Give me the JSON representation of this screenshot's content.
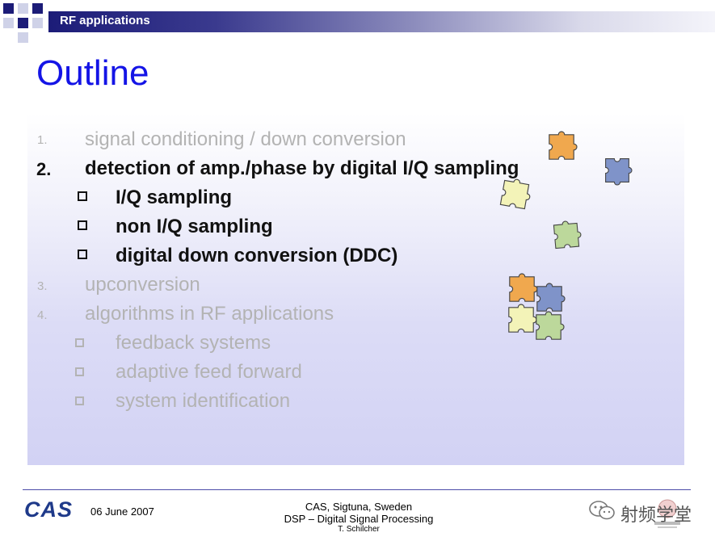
{
  "header": {
    "title": "RF applications"
  },
  "slide": {
    "title": "Outline",
    "items": [
      {
        "num": "1.",
        "text": "signal conditioning / down conversion"
      },
      {
        "num": "2.",
        "text": "detection of amp./phase by digital I/Q sampling"
      },
      {
        "num": "3.",
        "text": "upconversion"
      },
      {
        "num": "4.",
        "text": "algorithms in RF applications"
      }
    ],
    "subitems_2": [
      "I/Q sampling",
      "non I/Q  sampling",
      "digital down conversion (DDC)"
    ],
    "subitems_4": [
      "feedback systems",
      "adaptive feed forward",
      "system identification"
    ]
  },
  "footer": {
    "logo": "CAS",
    "date": "06 June 2007",
    "line1": "CAS, Sigtuna, Sweden",
    "line2": "DSP – Digital Signal Processing",
    "line3": "T. Schilcher",
    "watermark": "射频学堂"
  },
  "colors": {
    "title": "#1414e6",
    "header_dark": "#1c1c78",
    "active_text": "#111111",
    "inactive_text": "#b3b3b3",
    "puzzle_orange": "#f0a84e",
    "puzzle_blue": "#7f93c9",
    "puzzle_yellow": "#f3f3b8",
    "puzzle_green": "#bcd89b"
  },
  "icons": [
    "puzzle-piece-icon",
    "checkbox-bullet-icon",
    "wechat-icon",
    "university-logo-icon"
  ]
}
